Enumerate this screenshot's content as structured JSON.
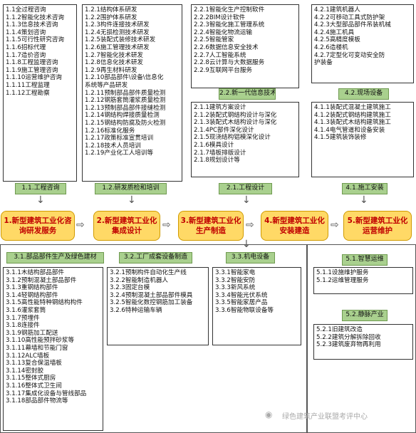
{
  "top_lists": [
    {
      "items": [
        "1.1全过程咨询",
        "1.1.2智能化技术咨询",
        "1.1.3信息技术咨询",
        "1.1.4策划咨询",
        "1.1.5可行性研究咨询",
        "1.1.6招标代理",
        "1.1.7造价咨询",
        "1.1.8工程监理咨询",
        "1.1.9施工管理咨询",
        "1.1.10运营维护咨询",
        "1.1.11工程监理",
        "1.1.12工程勘察"
      ]
    },
    {
      "items": [
        "1.2.1结构体系研发",
        "1.2.2围护体系研发",
        "1.2.3构件连接技术研发",
        "1.2.4无损检测技术研发",
        "1.2.5装配式装修技术研发",
        "1.2.6施工管理技术研发",
        "1.2.7智能化技术研发",
        "1.2.8信息化技术研发",
        "1.2.9再生材料研发",
        "1.2.10部品部件\\设备\\信息化",
        "系统等产品研发",
        "1.2.11预制部品部件质量检测",
        "1.2.12钢筋套筒灌浆质量检测",
        "1.2.13预制部品部件接缝检测",
        "1.2.14钢结构焊接质量检测",
        "1.2.15钢结构防腐及防火检测",
        "1.2.16标准化服务",
        "1.2.17政策标准宣贯培训",
        "1.2.18技术人员培训",
        "1.2.19产业化工人培训等"
      ]
    },
    {
      "items": [
        "2.2.1智能化生产控制软件",
        "2.2.2BIM设计软件",
        "2.2.3智能化施工管理系统",
        "2.2.4智能化物流运输",
        "2.2.5智能管家",
        "2.2.6数据信息安全技术",
        "2.2.7人工智能系统",
        "2.2.8云计算与大数据服务",
        "2.2.9互联网平台服务"
      ]
    },
    {
      "items": [
        "4.2.1建筑机器人",
        "4.2.2可移动工具式防护架",
        "4.2.3大型部品部件吊装机械",
        "4.2.4施工机具",
        "4.2.5高精度模板",
        "4.2.6造楼机",
        "4.2.7定型化可变动安全防",
        "护装备"
      ]
    },
    {
      "items": [
        "2.1.1建筑方案设计",
        "2.1.2装配式钢结构设计与深化",
        "2.1.3装配式木结构设计与深化",
        "2.1.4PC部件深化设计",
        "2.1.5现浇结构铝模深化设计",
        "2.1.6模具设计",
        "2.1.7墙板排版设计",
        "2.1.8规划设计等"
      ]
    },
    {
      "items": [
        "4.1.1装配式混凝土建筑施工",
        "4.1.2装配式钢结构建筑施工",
        "4.1.3装配式木结构建筑施工",
        "4.1.4电气管道和设备安装",
        "4.1.5建筑装饰装修"
      ]
    }
  ],
  "green_labels": [
    "1.1.工程咨询",
    "1.2.研发质检和培训",
    "2.2.新一代信息技术",
    "4.2.现场设备",
    "2.1.工程设计",
    "4.1.施工安装",
    "3.1.部品部件生产及绿色建材",
    "3.2.工厂成套设备制造",
    "3.3.机电设备",
    "5.1.智慧运维",
    "5.2.静脉产业"
  ],
  "main_flow": [
    "1.新型建筑工业化咨询研发服务",
    "2.新型建筑工业化集成设计",
    "3.新型建筑工业化生产制造",
    "4.新型建筑工业化安装建造",
    "5.新型建筑工业化运营维护"
  ],
  "bottom_lists": [
    {
      "items": [
        "3.1.1木结构部品部件",
        "3.1.2预制混凝土部品部件",
        "3.1.3重钢结构部件",
        "3.1.4轻钢结构部件",
        "3.1.5高性能特种钢结构构件",
        "3.1.6灌浆套筒",
        "3.1.7预埋件",
        "3.1.8连接件",
        "3.1.9钢筋加工配送",
        "3.1.10高性能预拌砂浆等",
        "3.1.11幕墙和节能门窗",
        "3.1.12ALC墙板",
        "3.1.13复合保温墙板",
        "3.1.14密封胶",
        "3.1.15整体式厨房",
        "3.1.16整体式卫生间",
        "3.1.17集成化设备与管线部品",
        "3.1.18部品部件物流等"
      ]
    },
    {
      "items": [
        "3.2.1预制构件自动化生产线",
        "3.2.2智能制造机器人",
        "3.2.3固定台模",
        "3.2.4预制混凝土部品部件模具",
        "3.2.5智能化数控钢筋加工装备",
        "3.2.6特种运输车辆"
      ]
    },
    {
      "items": [
        "3.3.1智能家电",
        "3.3.2智能安防",
        "3.3.3新风系统",
        "3.3.4智能光伏系统",
        "3.3.5智能家居产品",
        "3.3.6智能物联设备等"
      ]
    },
    {
      "items": [
        "5.1.1设施维护服务",
        "5.1.2运维管理服务"
      ]
    },
    {
      "items": [
        "5.2.1旧建筑改造",
        "5.2.2建筑分解拆除回收",
        "5.2.3建筑废弃物再利用"
      ]
    }
  ],
  "watermark": {
    "icon": "wechat-icon",
    "text": "绿色建筑产业联盟考评中心"
  },
  "colors": {
    "flow_fill": "#ffd966",
    "flow_text": "#c00000",
    "label_fill": "#a9d08e"
  }
}
